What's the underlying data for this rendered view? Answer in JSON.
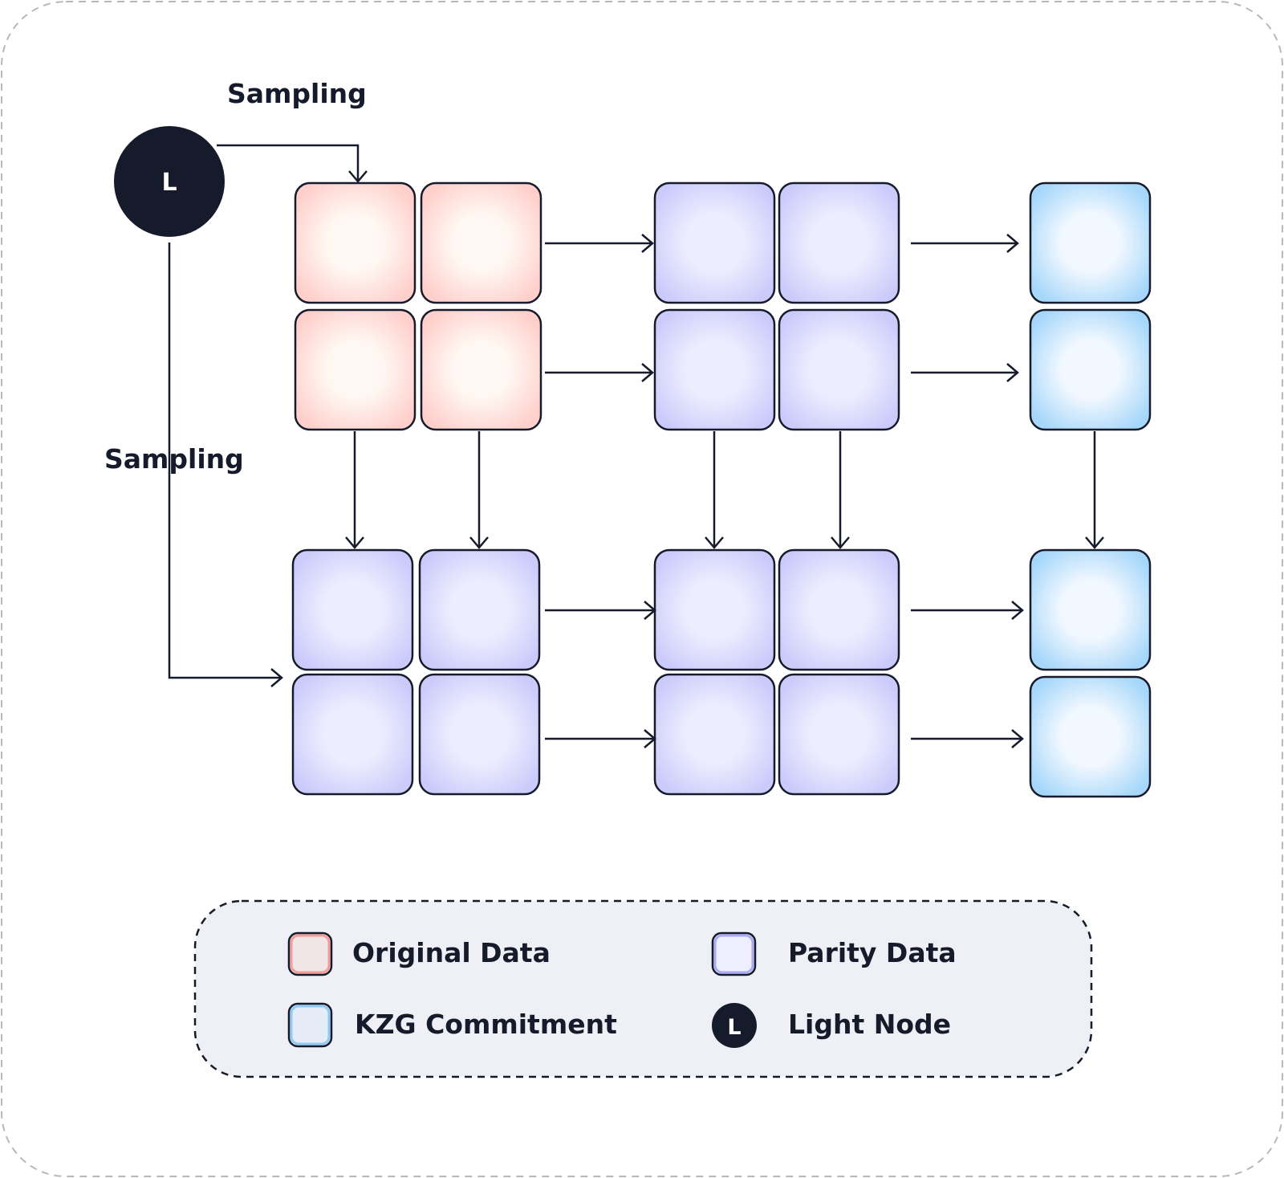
{
  "labels": {
    "sampling_top": "Sampling",
    "sampling_left": "Sampling",
    "light_node_letter": "L"
  },
  "legend": {
    "original_data": "Original Data",
    "parity_data": "Parity Data",
    "kzg_commitment": "KZG Commitment",
    "light_node": "Light Node",
    "light_node_letter": "L"
  },
  "colors": {
    "ink": "#161b2b",
    "original_fill_center": "#fff7f2",
    "original_fill_edge": "#ffd0cc",
    "parity_fill_center": "#eeeeff",
    "parity_fill_edge": "#cdcdfc",
    "kzg_fill_center": "#f2f8ff",
    "kzg_fill_edge": "#a9d9fb",
    "legend_bg": "#eef0f5",
    "frame_dash": "#b8b8b8"
  },
  "icons": {
    "arrow": "arrow-icon",
    "light_node": "light-node-icon"
  }
}
